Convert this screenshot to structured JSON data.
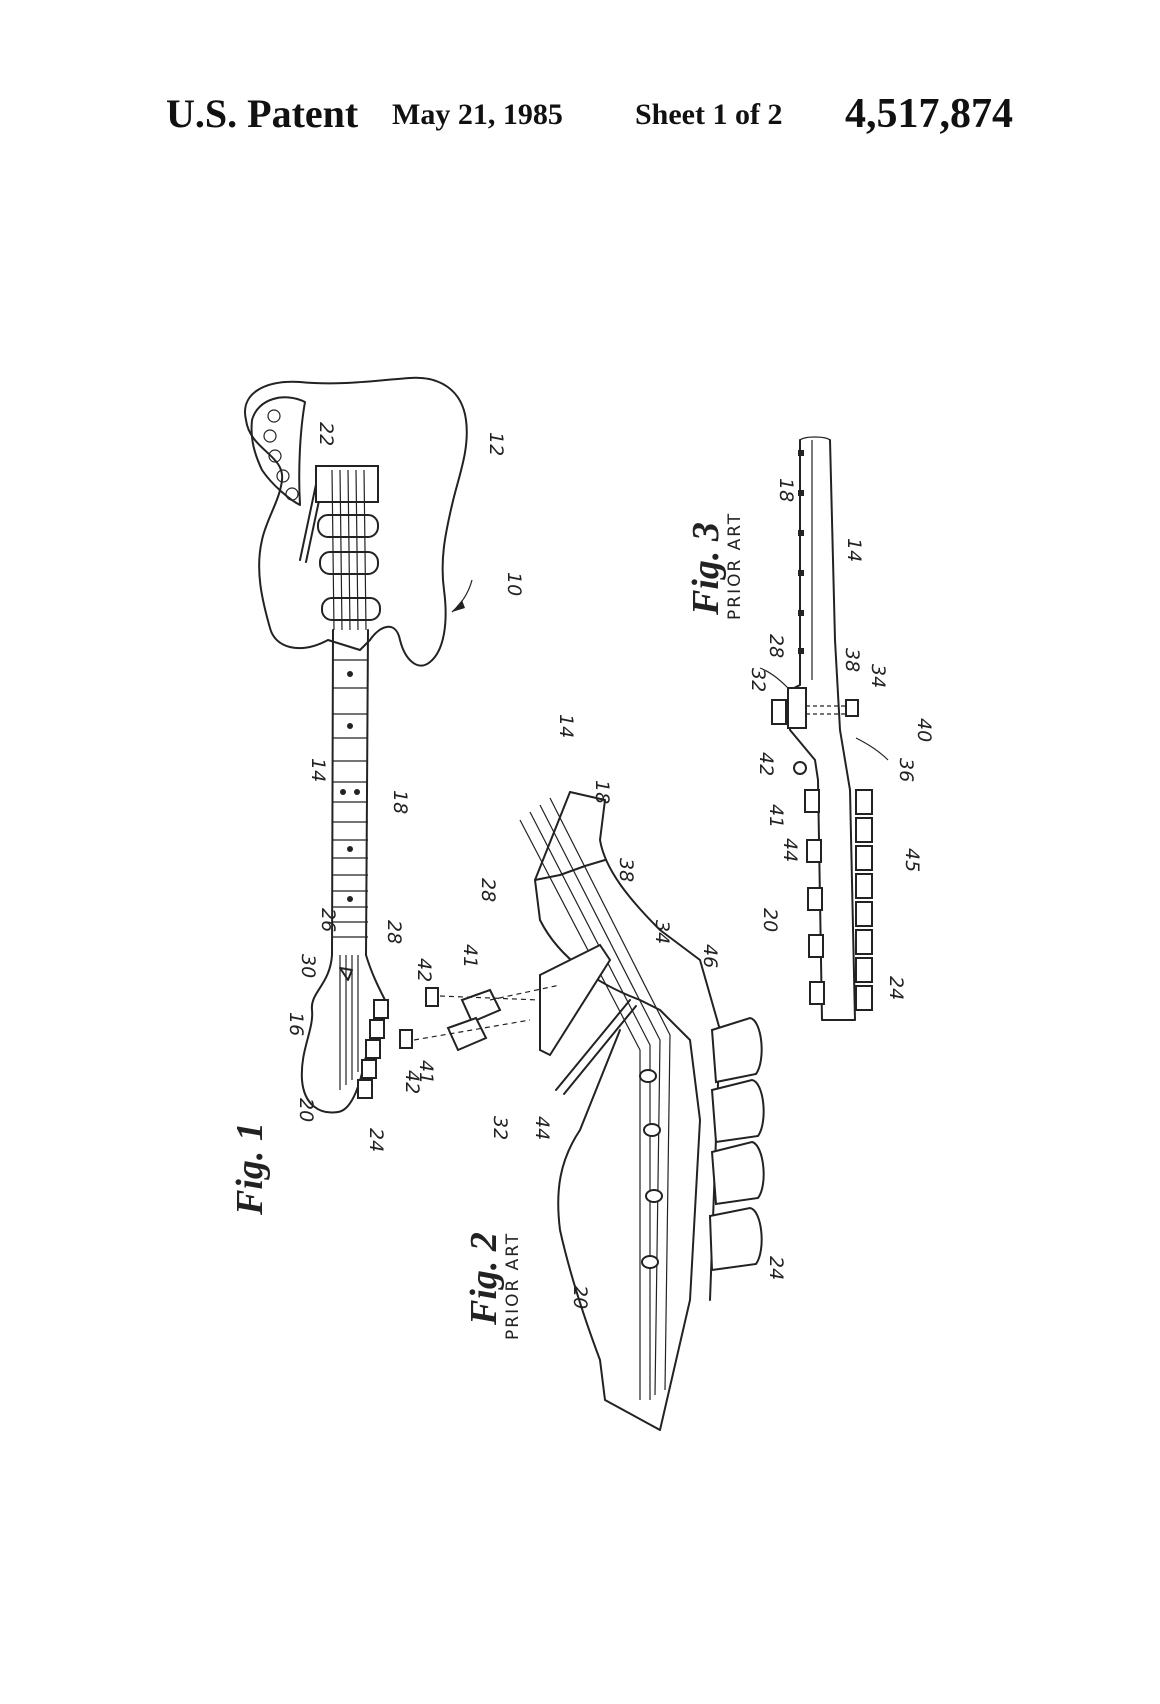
{
  "header": {
    "left": "U.S. Patent",
    "date": "May 21, 1985",
    "sheet": "Sheet 1 of 2",
    "number": "4,517,874"
  },
  "figures": [
    {
      "label": "Fig. 1",
      "caption": ""
    },
    {
      "label": "Fig. 2",
      "caption": "PRIOR ART"
    },
    {
      "label": "Fig. 3",
      "caption": "PRIOR ART"
    }
  ],
  "fig1_refs": [
    "10",
    "12",
    "14",
    "16",
    "18",
    "20",
    "22",
    "24",
    "26",
    "28",
    "30"
  ],
  "fig2_refs": [
    "14",
    "18",
    "20",
    "24",
    "28",
    "32",
    "34",
    "38",
    "41",
    "41",
    "42",
    "42",
    "44",
    "46"
  ],
  "fig3_refs": [
    "14",
    "18",
    "20",
    "24",
    "28",
    "32",
    "34",
    "36",
    "38",
    "40",
    "41",
    "42",
    "44",
    "45"
  ]
}
